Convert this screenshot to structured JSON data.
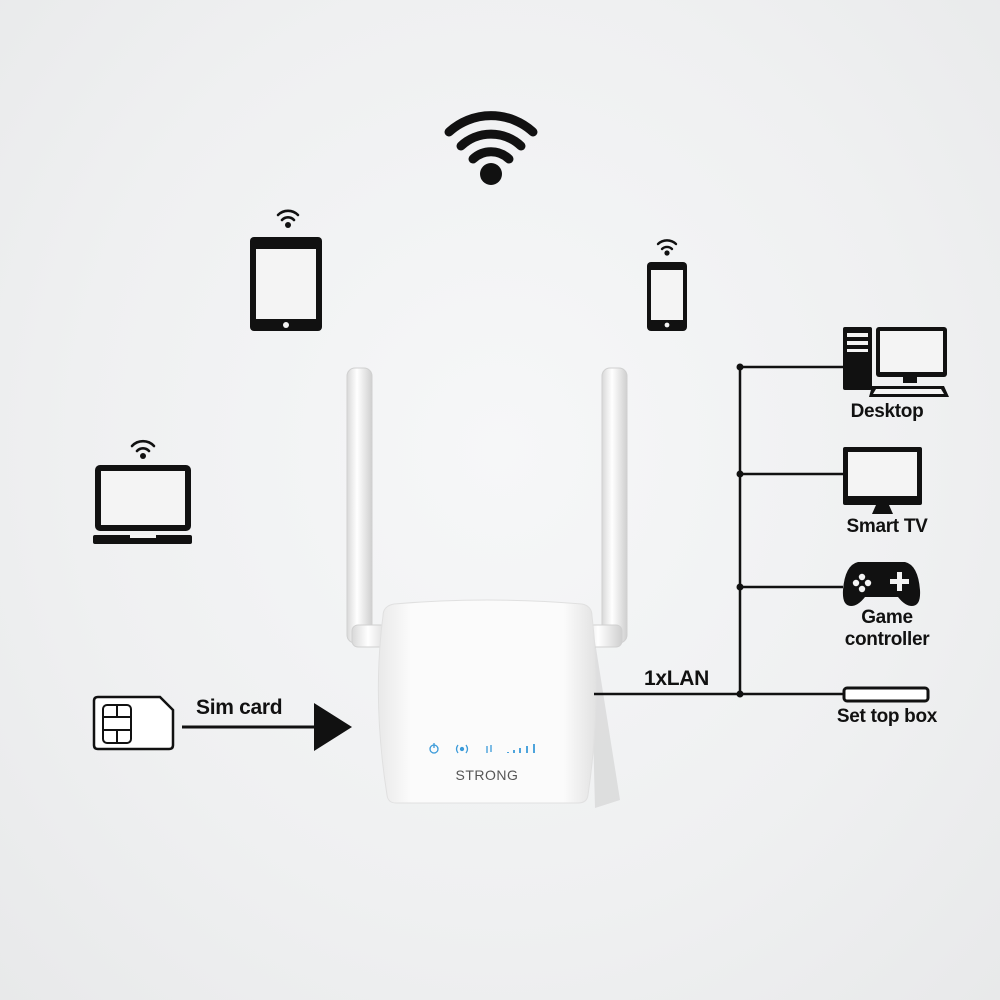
{
  "sim": {
    "label": "Sim card"
  },
  "router": {
    "brand": "STRONG",
    "led_color": "#3a9ad9"
  },
  "lan": {
    "label": "1xLAN"
  },
  "wired_devices": [
    {
      "label": "Desktop",
      "icon": "desktop-icon"
    },
    {
      "label": "Smart TV",
      "icon": "tv-icon"
    },
    {
      "label": "Game controller",
      "line1": "Game",
      "line2": "controller",
      "icon": "gamepad-icon"
    },
    {
      "label": "Set top box",
      "icon": "set-top-box-icon"
    }
  ],
  "wireless_devices": [
    "tablet-icon",
    "smartphone-icon",
    "laptop-icon"
  ]
}
